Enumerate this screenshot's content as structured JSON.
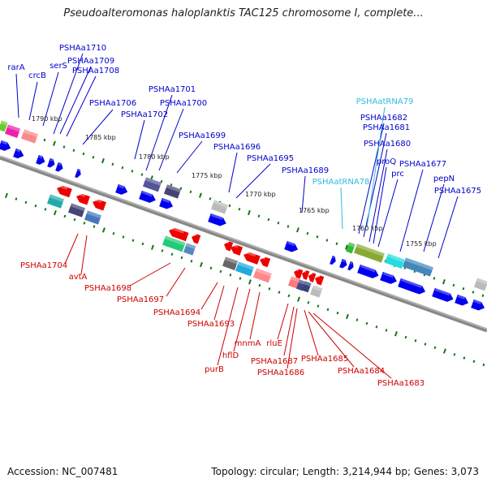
{
  "title": "Pseudoalteromonas haloplanktis TAC125 chromosome I, complete...",
  "footer": {
    "accession": "Accession: NC_007481",
    "topology": "Topology: circular; Length: 3,214,944 bp; Genes: 3,073"
  },
  "colors": {
    "forward_label": "#0000cc",
    "reverse_label": "#cc0000",
    "rna_label": "#33bbdd",
    "forward_gene": "#0000ee",
    "reverse_gene": "#ee0000",
    "backbone": "#888888",
    "tick": "#117711"
  },
  "kbp_ticks": [
    "1790 kbp",
    "1785 kbp",
    "1780 kbp",
    "1775 kbp",
    "1770 kbp",
    "1765 kbp",
    "1760 kbp",
    "1755 kbp"
  ],
  "forward_labels": [
    "rarA",
    "crcB",
    "serS",
    "PSHAa1710",
    "PSHAa1709",
    "PSHAa1708",
    "PSHAa1706",
    "PSHAa1702",
    "PSHAa1701",
    "PSHAa1700",
    "PSHAa1699",
    "PSHAa1696",
    "PSHAa1695",
    "PSHAa1689",
    "PSHAa1682",
    "PSHAa1681",
    "PSHAa1680",
    "proQ",
    "prc",
    "PSHAa1677",
    "pepN",
    "PSHAa1675"
  ],
  "rna_labels": [
    "PSHAatRNA79",
    "PSHAatRNA78"
  ],
  "reverse_labels": [
    "PSHAa1704",
    "avtA",
    "PSHAa1698",
    "PSHAa1697",
    "PSHAa1694",
    "PSHAa1693",
    "purB",
    "hflD",
    "mnmA",
    "rluE",
    "PSHAa1687",
    "PSHAa1686",
    "PSHAa1685",
    "PSHAa1684",
    "PSHAa1683"
  ]
}
